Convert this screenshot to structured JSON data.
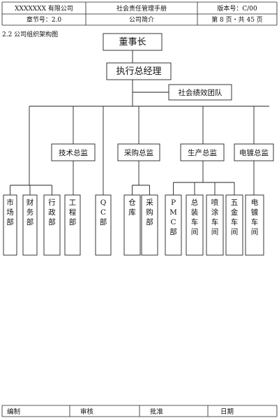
{
  "header": {
    "company": "XXXXXXX 有限公司",
    "manual": "社会责任管理手册",
    "version": "版本号：C/00",
    "chapter": "章节号：2.0",
    "section": "公司简介",
    "page": "第 8 页・共 45 页"
  },
  "section_title": "2.2 公司组织架构图",
  "org": {
    "chairman": "董事长",
    "ceo": "执行总经理",
    "csr_team": "社会绩效团队",
    "directors": [
      "技术总监",
      "采购总监",
      "生产总监",
      "电镀总监"
    ],
    "departments": [
      "市场部",
      "财务部",
      "行政部",
      "工程部",
      "QC部",
      "仓库",
      "采购部",
      "PMC部",
      "总装车间",
      "喷涂车间",
      "五金车间",
      "电镀车间"
    ]
  },
  "footer": {
    "prepared": "编制",
    "reviewed": "审核",
    "approved": "批准",
    "date": "日期"
  }
}
